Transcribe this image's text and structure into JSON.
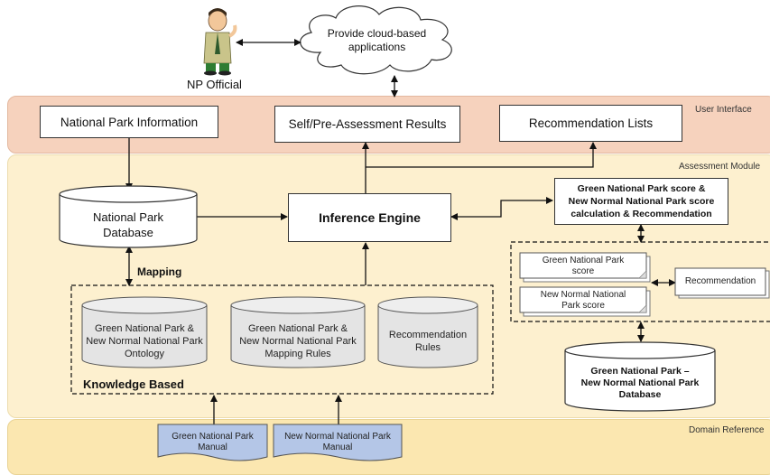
{
  "actor": {
    "label": "NP Official",
    "icon": "person-icon"
  },
  "cloud": {
    "line1": "Provide cloud-based",
    "line2": "applications"
  },
  "layers": {
    "user_interface": "User Interface",
    "assessment_module": "Assessment Module",
    "domain_reference": "Domain Reference"
  },
  "ui_boxes": {
    "park_info": "National Park Information",
    "results": "Self/Pre-Assessment  Results",
    "recommendation_lists": "Recommendation  Lists"
  },
  "park_database": {
    "line1": "National Park",
    "line2": "Database"
  },
  "inference_engine": "Inference Engine",
  "score_calc": {
    "line1": "Green National Park score &",
    "line2": "New Normal National Park score",
    "line3": "calculation & Recommendation"
  },
  "mapping_label": "Mapping",
  "knowledge_based": {
    "label": "Knowledge Based",
    "ontology": {
      "line1": "Green National Park &",
      "line2": "New Normal  National Park",
      "line3": "Ontology"
    },
    "mapping_rules": {
      "line1": "Green National Park &",
      "line2": "New Normal  National Park",
      "line3": "Mapping Rules"
    },
    "recommendation_rules": {
      "line1": "Recommendation",
      "line2": "Rules"
    }
  },
  "score_docs": {
    "green": {
      "line1": "Green National Park",
      "line2": "score"
    },
    "new_normal": {
      "line1": "New Normal  National",
      "line2": "Park score"
    },
    "recommendation": "Recommendation"
  },
  "result_database": {
    "line1": "Green National Park –",
    "line2": "New Normal National Park",
    "line3": "Database"
  },
  "manuals": {
    "green": {
      "line1": "Green National Park",
      "line2": "Manual"
    },
    "new_normal": {
      "line1": "New Normal  National Park",
      "line2": "Manual"
    }
  },
  "colors": {
    "user_interface_band": "#f6d2bd",
    "assessment_band": "#fdf0cf",
    "domain_band": "#fbe7b0",
    "manual_doc": "#b4c6e7",
    "outline": "#333333"
  }
}
